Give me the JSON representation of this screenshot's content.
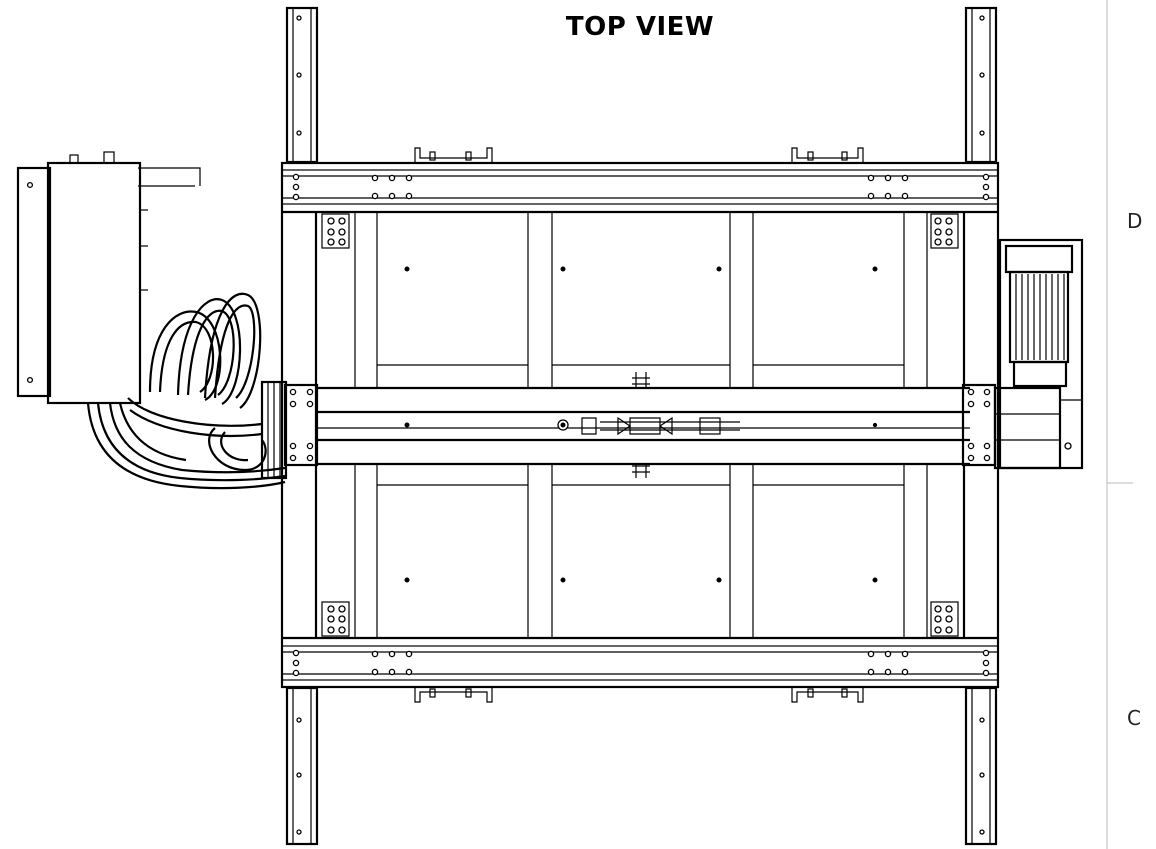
{
  "view_title": "TOP VIEW",
  "zone_labels": [
    "D",
    "C"
  ]
}
